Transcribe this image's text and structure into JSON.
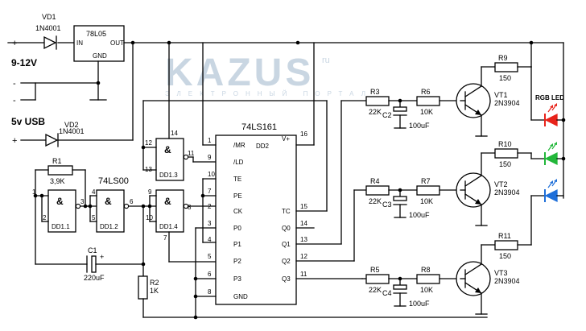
{
  "watermark": {
    "brand": "KAZUS",
    "tld": "ru",
    "tagline": "ЭЛЕКТРОННЫЙ ПОРТАЛ"
  },
  "power": {
    "vd1_name": "VD1",
    "vd1_part": "1N4001",
    "vd2_name": "VD2",
    "vd2_part": "1N4001",
    "regulator_part": "78L05",
    "reg_in": "IN",
    "reg_out": "OUT",
    "reg_gnd": "GND",
    "input_voltage": "9-12V",
    "usb_voltage": "5v USB",
    "plus": "+",
    "minus": "-"
  },
  "oscillator": {
    "ic_name": "74LS00",
    "r1_name": "R1",
    "r1_value": "3,9K",
    "c1_name": "C1",
    "c1_value": "220uF",
    "c1_plus": "+",
    "r2_name": "R2",
    "r2_value": "1K",
    "gate1": "DD1.1",
    "gate2": "DD1.2",
    "gate3": "DD1.3",
    "gate4": "DD1.4",
    "amp": "&",
    "pins": {
      "p1": "1",
      "p2": "2",
      "p3": "3",
      "p4": "4",
      "p5": "5",
      "p6": "6",
      "p7": "7",
      "p8": "8",
      "p9": "9",
      "p10": "10",
      "p11": "11",
      "p12": "12",
      "p13": "13",
      "p14": "14"
    }
  },
  "counter": {
    "part": "74LS161",
    "name": "DD2",
    "left_pins": [
      {
        "num": "1",
        "label": "/MR"
      },
      {
        "num": "9",
        "label": "/LD"
      },
      {
        "num": "10",
        "label": "TE"
      },
      {
        "num": "7",
        "label": "PE"
      },
      {
        "num": "2",
        "label": "CK"
      },
      {
        "num": "3",
        "label": "P0"
      },
      {
        "num": "4",
        "label": "P1"
      },
      {
        "num": "5",
        "label": "P2"
      },
      {
        "num": "6",
        "label": "P3"
      },
      {
        "num": "8",
        "label": "GND"
      }
    ],
    "right_pins": [
      {
        "num": "16",
        "label": "V+"
      },
      {
        "num": "15",
        "label": "TC"
      },
      {
        "num": "14",
        "label": "Q0"
      },
      {
        "num": "13",
        "label": "Q1"
      },
      {
        "num": "12",
        "label": "Q2"
      },
      {
        "num": "11",
        "label": "Q3"
      }
    ]
  },
  "channels": [
    {
      "r_in": "R3",
      "r_in_val": "22K",
      "cap": "C2",
      "cap_val": "100uF",
      "r_base": "R6",
      "r_base_val": "10K",
      "vt": "VT1",
      "vt_part": "2N3904",
      "r_led": "R9",
      "r_led_val": "150",
      "led_color": "#e8231a"
    },
    {
      "r_in": "R4",
      "r_in_val": "22K",
      "cap": "C3",
      "cap_val": "100uF",
      "r_base": "R7",
      "r_base_val": "10K",
      "vt": "VT2",
      "vt_part": "2N3904",
      "r_led": "R10",
      "r_led_val": "150",
      "led_color": "#22b73a"
    },
    {
      "r_in": "R5",
      "r_in_val": "22K",
      "cap": "C4",
      "cap_val": "100uF",
      "r_base": "R8",
      "r_base_val": "10K",
      "vt": "VT3",
      "vt_part": "2N3904",
      "r_led": "R11",
      "r_led_val": "150",
      "led_color": "#1e6fd9"
    }
  ],
  "rgb_led_label": "RGB LED"
}
